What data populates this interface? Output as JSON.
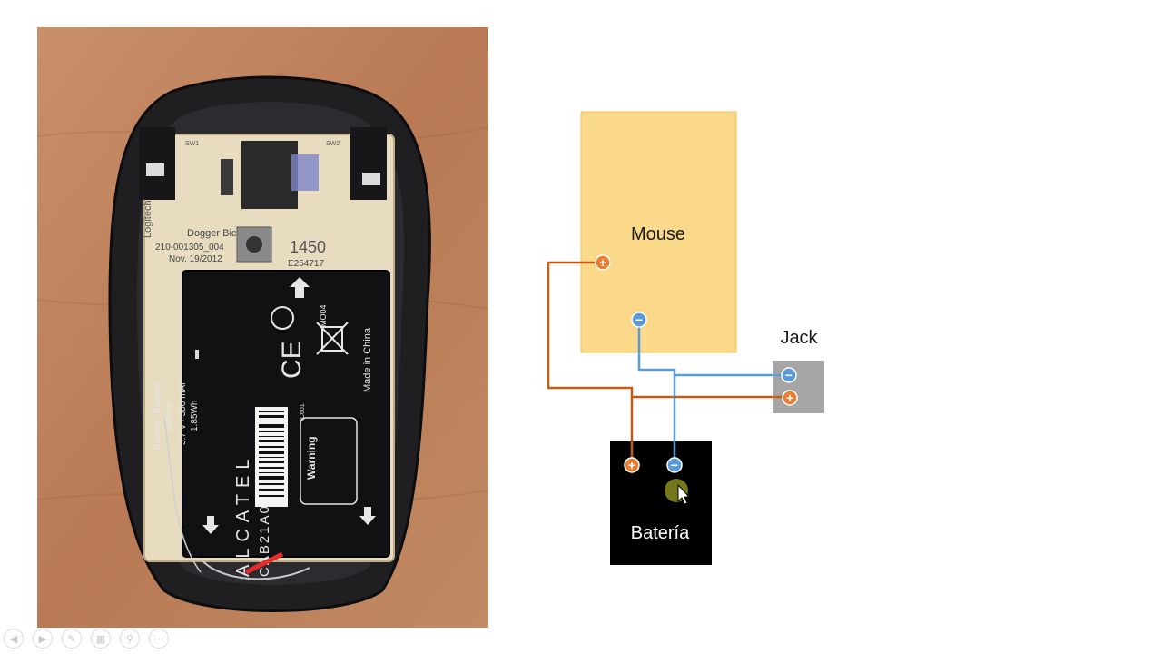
{
  "diagram": {
    "mouse_label": "Mouse",
    "jack_label": "Jack",
    "battery_label": "Batería",
    "plus_sign": "+",
    "minus_sign": "−",
    "colors": {
      "mouse_fill": "#fbd98b",
      "mouse_stroke": "#f2c050",
      "jack_fill": "#a6a6a6",
      "battery_fill": "#000000",
      "positive_wire": "#c55a11",
      "negative_wire": "#5b9bd5",
      "positive_terminal": "#ed7d31",
      "negative_terminal": "#5b9bd5"
    }
  },
  "photo": {
    "battery_brand": "ALCATEL",
    "battery_model": "CAB21A0000C1",
    "battery_spec_1": "Battery / Batterie",
    "battery_spec_2": "Lithium",
    "battery_spec_3": "3.7 V / 500 mAh",
    "battery_spec_4": "1.85Wh",
    "battery_origin": "Made in China",
    "battery_warning": "Warning",
    "battery_code": "MO04",
    "battery_ic": "IC601",
    "board_name": "Dogger Bic",
    "board_part": "210-001305_004",
    "board_date": "Nov. 19/2012",
    "board_serial": "E254717",
    "board_num": "1450",
    "board_sw1": "SW1",
    "board_sw2": "SW2",
    "board_logo": "Logitech"
  },
  "toolbar": {
    "icons": [
      "back-icon",
      "forward-icon",
      "pen-icon",
      "slides-icon",
      "zoom-icon",
      "more-icon"
    ]
  }
}
